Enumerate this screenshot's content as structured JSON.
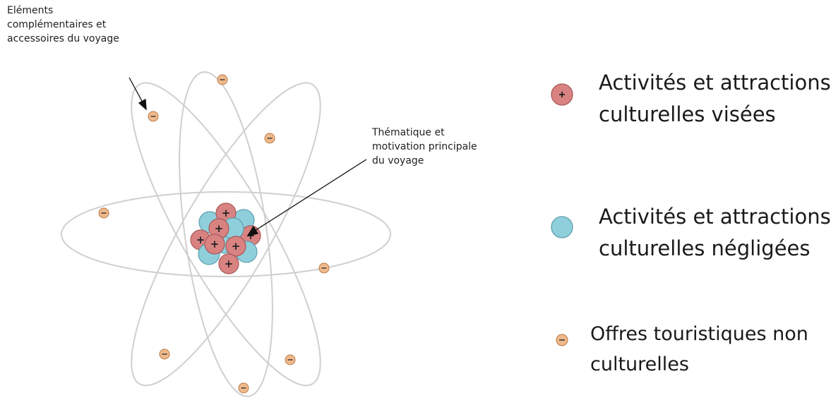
{
  "annotations": {
    "outer_lines": [
      "Eléments",
      "complémentaires et",
      "accessoires du voyage"
    ],
    "core_lines": [
      "Thématique et",
      "motivation principale",
      "du voyage"
    ]
  },
  "legend": {
    "visees_lines": [
      "Activités et attractions",
      "culturelles visées"
    ],
    "negligees_lines": [
      "Activités et attractions",
      "culturelles négligées"
    ],
    "offres_lines": [
      "Offres touristiques non",
      "culturelles"
    ]
  },
  "symbols": {
    "plus": "+",
    "minus": "−"
  },
  "colors": {
    "visees_fill": "#d98282",
    "visees_stroke": "#a65a5a",
    "negligees_fill": "#8fcfdb",
    "negligees_stroke": "#5e9fae",
    "offres_fill": "#f0b98a",
    "offres_stroke": "#b67a48",
    "orbit": "#cfcfcf"
  },
  "icons": {
    "visees": "plus-particle-icon",
    "negligees": "plain-particle-icon",
    "offres": "minus-particle-icon"
  }
}
